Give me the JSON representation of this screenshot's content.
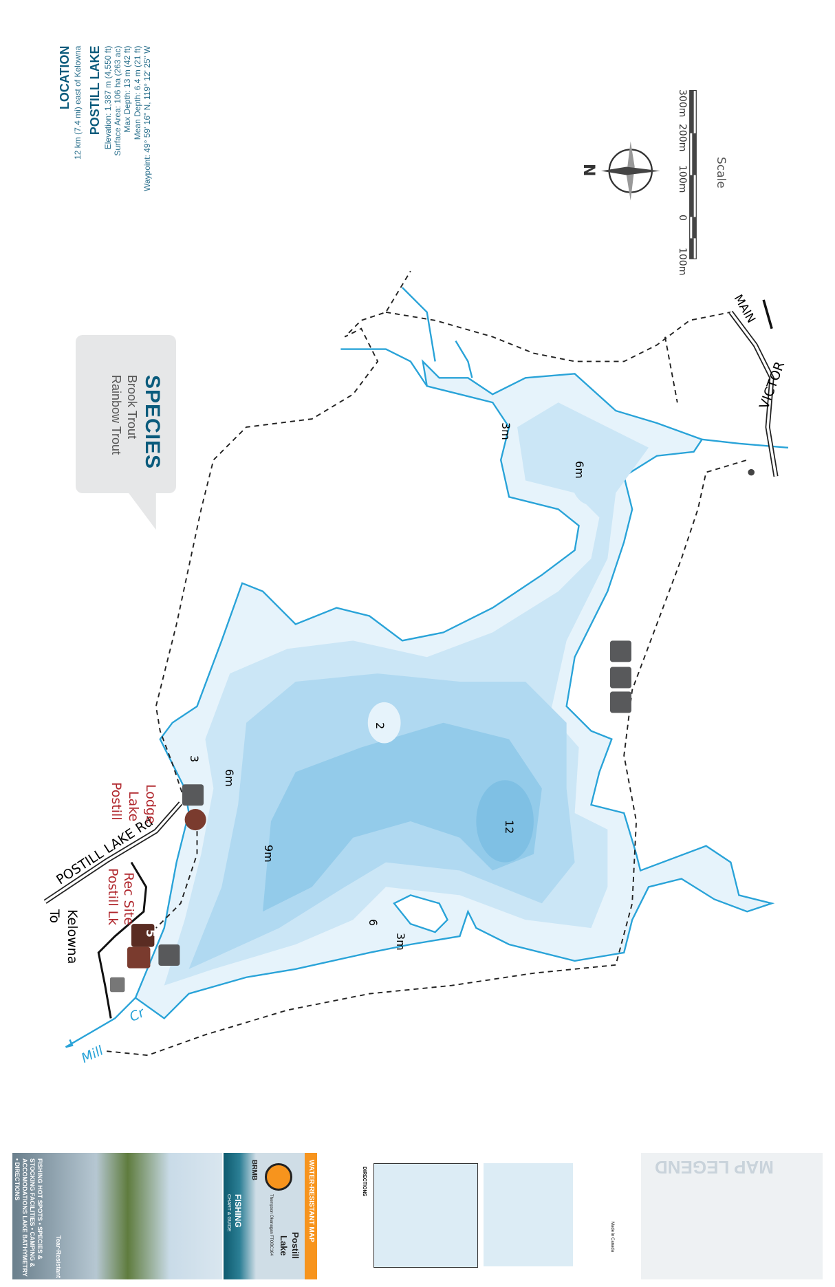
{
  "location": {
    "heading": "LOCATION",
    "distance": "12 km (7.4 mi) east of Kelowna"
  },
  "lake": {
    "name": "POSTILL LAKE",
    "elevation": "Elevation: 1,387 m (4,550 ft)",
    "surface_area": "Surface Area: 106 ha (263 ac)",
    "max_depth": "Max Depth: 13 m (42 ft)",
    "mean_depth": "Mean Depth: 6.4 m (21 ft)",
    "waypoint": "Waypoint: 49° 59' 16\" N, 119° 12' 25\" W"
  },
  "species": {
    "heading": "SPECIES",
    "items": [
      "Brook Trout",
      "Rainbow Trout"
    ]
  },
  "compass": {
    "north": "N"
  },
  "scale": {
    "label": "Scale",
    "ticks": [
      "100m",
      "0",
      "100m",
      "200m",
      "300m"
    ]
  },
  "labels": {
    "road_postill": "POSTILL LAKE Rd",
    "to_kelowna_1": "To",
    "to_kelowna_2": "Kelowna",
    "rec_site_1": "Postill Lk",
    "rec_site_2": "Rec Site",
    "lodge_1": "Postill",
    "lodge_2": "Lake",
    "lodge_3": "Lodge",
    "road_victor": "VICTOR",
    "road_main": "MAIN",
    "creek_1": "Mill",
    "creek_2": "Cr",
    "rec_site_number": "5"
  },
  "depths": [
    "3",
    "6m",
    "9m",
    "2",
    "12",
    "6",
    "3m",
    "3m",
    "6m"
  ],
  "colors": {
    "water_shallow": "#e6f3fb",
    "water_mid": "#cbe6f6",
    "water_deep": "#b0d9f1",
    "water_deepest": "#93cbea",
    "shoreline": "#29a3d8",
    "title": "#0a5b7c",
    "poi_red": "#b0272d",
    "accent_orange": "#f7941d"
  },
  "cover": {
    "tagline": "FISHING HOT SPOTS • SPECIES & STOCKING FACILITIES • CAMPING & ACCOMODATIONS LAKE BATHYMETRY • DIRECTIONS",
    "tear": "Tear-Resistant",
    "fishing": "FISHING",
    "chart_guide": "CHART & GUIDE",
    "brand": "BRMB",
    "region": "Thompson Okanagan FTOBC164",
    "title_1": "Postill",
    "title_2": "Lake",
    "water_resistant": "WATER-RESISTANT MAP",
    "directions": "DIRECTIONS",
    "made_in": "Made in Canada",
    "legend": "MAP LEGEND"
  }
}
